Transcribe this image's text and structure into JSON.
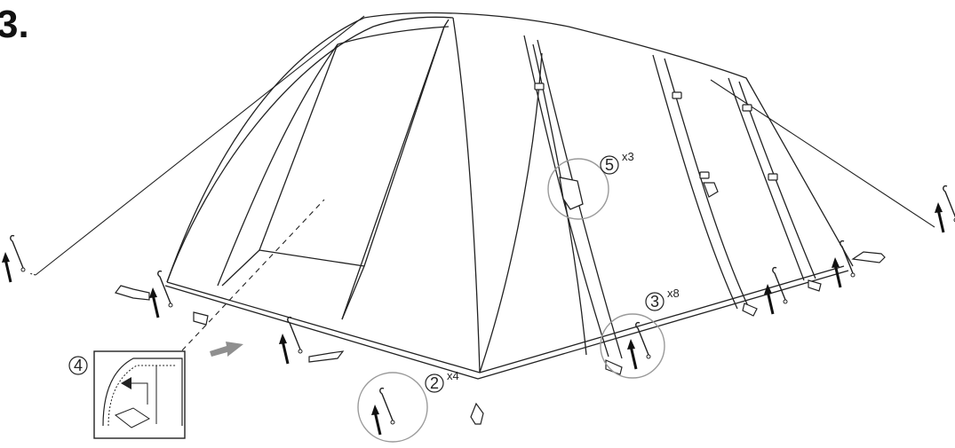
{
  "step": {
    "label": "3."
  },
  "callouts": [
    {
      "id": "2",
      "number": "2",
      "multiplier": "x4"
    },
    {
      "id": "3",
      "number": "3",
      "multiplier": "x8"
    },
    {
      "id": "4",
      "number": "4",
      "multiplier": ""
    },
    {
      "id": "5",
      "number": "5",
      "multiplier": "x3"
    }
  ],
  "colors": {
    "line": "#222222",
    "detail_circle": "#9a9a9a",
    "arrow_gray": "#8f8f8f",
    "inset_border": "#222222"
  },
  "icons": [
    "tent-illustration",
    "tent-peg-icon",
    "insertion-arrow-icon",
    "guy-line",
    "magnify-circle",
    "zip-door-detail"
  ]
}
